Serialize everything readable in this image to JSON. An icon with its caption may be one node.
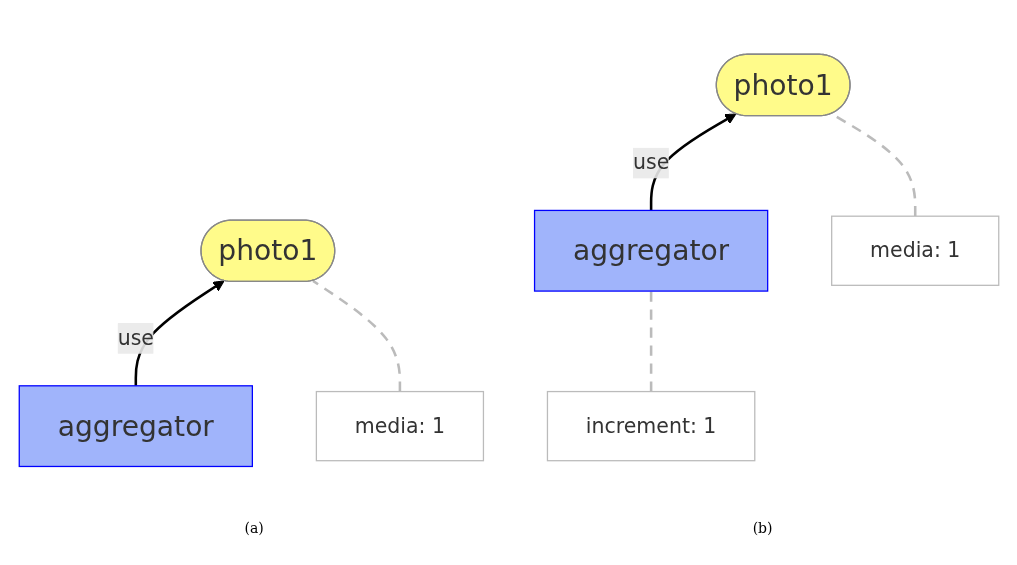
{
  "diagram": {
    "nodes": [
      {
        "text": [
          "photo1"
        ]
      },
      {
        "text": [
          "media: 1"
        ]
      },
      {
        "text": [
          "aggregator"
        ]
      },
      {
        "text": [
          "photo1"
        ]
      },
      {
        "text": [
          "media: 1"
        ]
      },
      {
        "text": [
          "aggregator"
        ]
      },
      {
        "text": [
          "increment: 1"
        ]
      }
    ],
    "edges": [
      {
        "from": 2,
        "to": 0,
        "label": "use",
        "arrow": "to",
        "color": "#000000"
      },
      {
        "from": 1,
        "to": 0,
        "arrow": "none",
        "style": "dashed",
        "color": "#bbbbbb"
      },
      {
        "from": 5,
        "to": 3,
        "label": "use",
        "arrow": "to",
        "color": "#000000"
      },
      {
        "from": 4,
        "to": 3,
        "arrow": "none",
        "style": "dashed",
        "color": "#bbbbbb"
      },
      {
        "from": 6,
        "to": 5,
        "arrow": "none",
        "style": "dashed",
        "color": "#bbbbbb"
      }
    ],
    "labels": [
      "(a)",
      "(b)"
    ]
  }
}
